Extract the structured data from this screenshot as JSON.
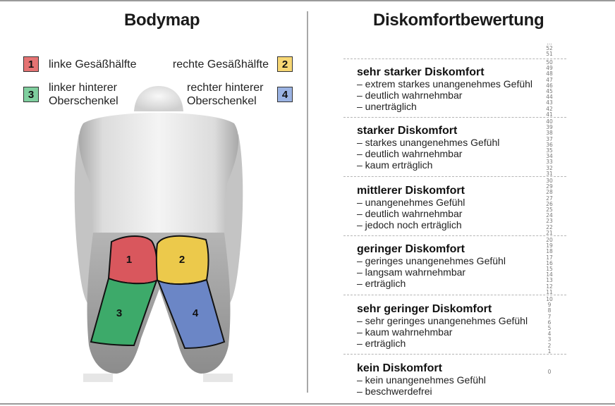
{
  "left_panel": {
    "title": "Bodymap",
    "legend": [
      {
        "num": "1",
        "label_lines": [
          "linke Gesäßhälfte"
        ],
        "color": "#e57373"
      },
      {
        "num": "2",
        "label_lines": [
          "rechte Gesäßhälfte"
        ],
        "color": "#f7d774"
      },
      {
        "num": "3",
        "label_lines": [
          "linker hinterer",
          "Oberschenkel"
        ],
        "color": "#7fcf9e"
      },
      {
        "num": "4",
        "label_lines": [
          "rechter hinterer",
          "Oberschenkel"
        ],
        "color": "#9bb3e3"
      }
    ],
    "zones": [
      {
        "num": "1",
        "name": "linke Gesäßhälfte",
        "color": "#d9575d"
      },
      {
        "num": "2",
        "name": "rechte Gesäßhälfte",
        "color": "#ecc94b"
      },
      {
        "num": "3",
        "name": "linker hinterer Oberschenkel",
        "color": "#3daa6a"
      },
      {
        "num": "4",
        "name": "rechter hinterer Oberschenkel",
        "color": "#6b86c6"
      }
    ]
  },
  "right_panel": {
    "title": "Diskomfortbewertung",
    "top_scale": {
      "ellipsis": "...",
      "numbers": [
        "52",
        "51"
      ]
    },
    "levels": [
      {
        "title": "sehr starker Diskomfort",
        "lines": [
          "– extrem starkes unangenehmes Gefühl",
          "– deutlich wahrnehmbar",
          "– unerträglich"
        ],
        "numbers": [
          "50",
          "49",
          "48",
          "47",
          "46",
          "45",
          "44",
          "43",
          "42",
          "41"
        ]
      },
      {
        "title": "starker Diskomfort",
        "lines": [
          "– starkes unangenehmes Gefühl",
          "– deutlich wahrnehmbar",
          "– kaum erträglich"
        ],
        "numbers": [
          "40",
          "39",
          "38",
          "37",
          "36",
          "35",
          "34",
          "33",
          "32",
          "31"
        ]
      },
      {
        "title": "mittlerer Diskomfort",
        "lines": [
          "– unangenehmes Gefühl",
          "– deutlich wahrnehmbar",
          "– jedoch noch erträglich"
        ],
        "numbers": [
          "30",
          "29",
          "28",
          "27",
          "26",
          "25",
          "24",
          "23",
          "22",
          "21"
        ]
      },
      {
        "title": "geringer Diskomfort",
        "lines": [
          "– geringes unangenehmes Gefühl",
          "– langsam wahrnehmbar",
          "– erträglich"
        ],
        "numbers": [
          "20",
          "19",
          "18",
          "17",
          "16",
          "15",
          "14",
          "13",
          "12",
          "11"
        ]
      },
      {
        "title": "sehr geringer Diskomfort",
        "lines": [
          "– sehr geringes unangenehmes Gefühl",
          "– kaum wahrnehmbar",
          "– erträglich"
        ],
        "numbers": [
          "10",
          "9",
          "8",
          "7",
          "6",
          "5",
          "4",
          "3",
          "2",
          "1"
        ]
      },
      {
        "title": "kein Diskomfort",
        "lines": [
          "– kein unangenehmes Gefühl",
          "– beschwerdefrei"
        ],
        "numbers": [
          "0"
        ]
      }
    ]
  }
}
